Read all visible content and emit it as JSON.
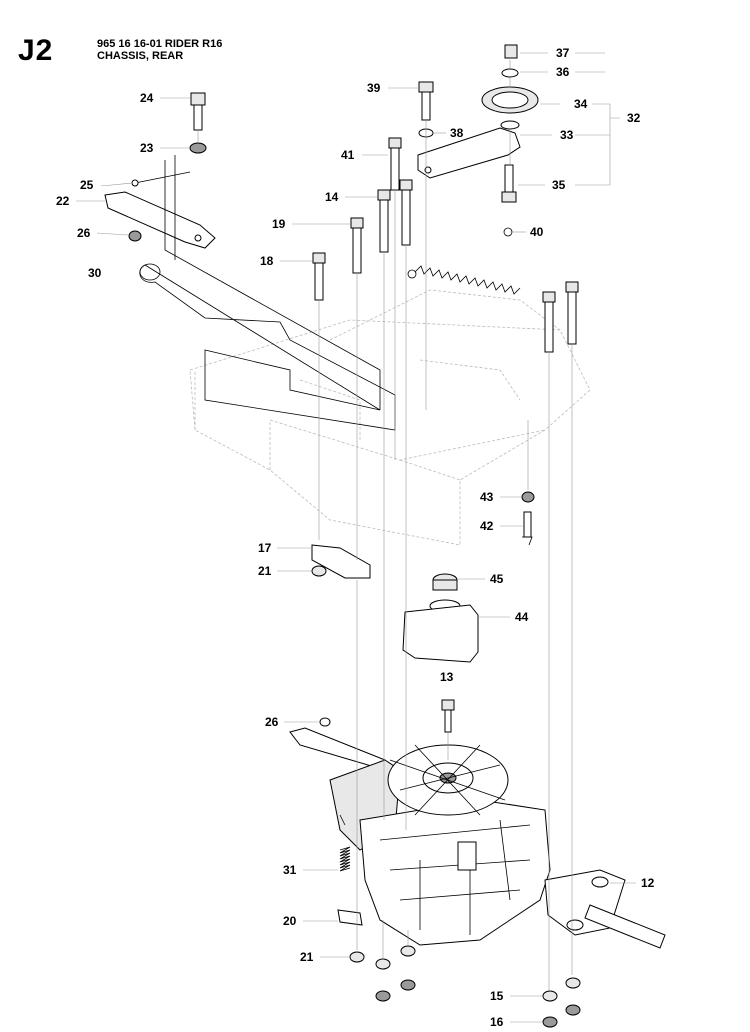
{
  "header": {
    "code": "J2",
    "line1": "965 16 16-01 RIDER R16",
    "line2": "CHASSIS, REAR"
  },
  "part_labels": {
    "p37": "37",
    "p36": "36",
    "p34": "34",
    "p33": "33",
    "p32": "32",
    "p35": "35",
    "p24": "24",
    "p39": "39",
    "p38": "38",
    "p23": "23",
    "p41": "41",
    "p25": "25",
    "p22": "22",
    "p14": "14",
    "p26a": "26",
    "p19": "19",
    "p40": "40",
    "p18": "18",
    "p30": "30",
    "p43": "43",
    "p42": "42",
    "p17": "17",
    "p21a": "21",
    "p45": "45",
    "p44": "44",
    "p13": "13",
    "p26b": "26",
    "p12": "12",
    "p31": "31",
    "p20": "20",
    "p21b": "21",
    "p15": "15",
    "p16": "16"
  },
  "colors": {
    "line": "#000000",
    "ghost_outline": "#bbbbbb",
    "leader": "#999999"
  }
}
